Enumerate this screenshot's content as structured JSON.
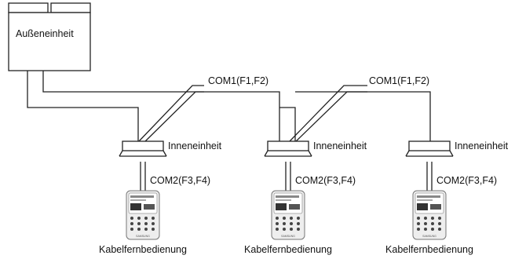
{
  "outdoor_unit": {
    "label": "Außeneinheit"
  },
  "com1_labels": [
    "COM1(F1,F2)",
    "COM1(F1,F2)"
  ],
  "indoor_units": [
    {
      "label": "Inneneinheit",
      "com2_label": "COM2(F3,F4)",
      "controller_label": "Kabelfernbedienung",
      "controller_brand": "SAMSUNG"
    },
    {
      "label": "Inneneinheit",
      "com2_label": "COM2(F3,F4)",
      "controller_label": "Kabelfernbedienung",
      "controller_brand": "SAMSUNG"
    },
    {
      "label": "Inneneinheit",
      "com2_label": "COM2(F3,F4)",
      "controller_label": "Kabelfernbedienung",
      "controller_brand": "SAMSUNG"
    }
  ]
}
